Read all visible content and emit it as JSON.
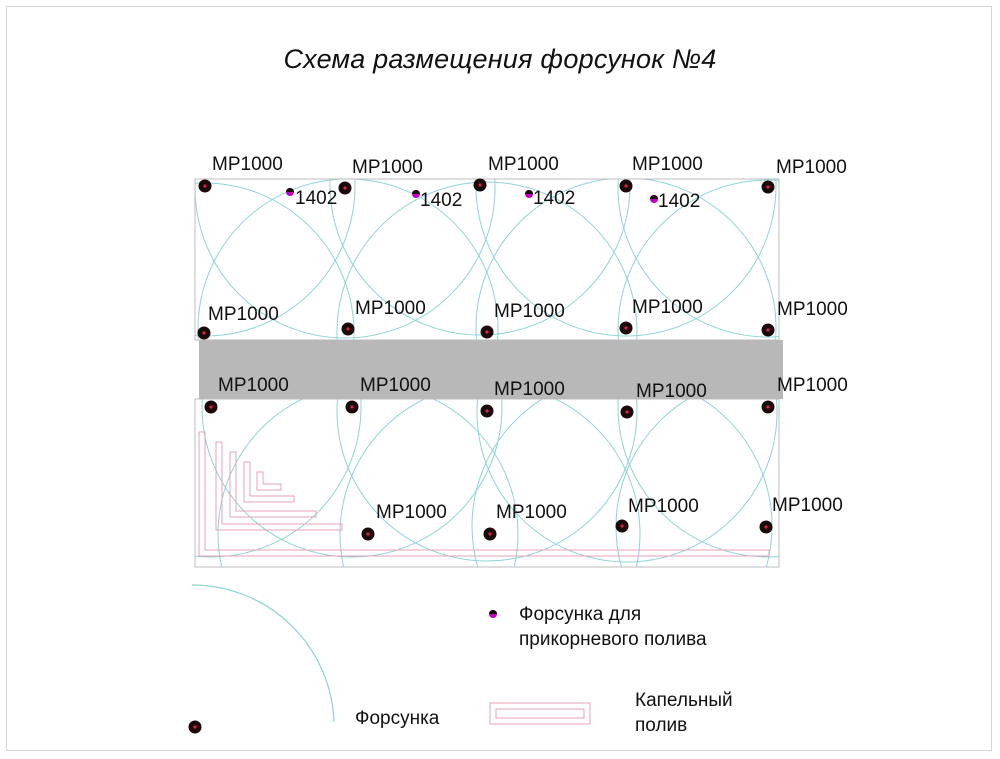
{
  "title": "Схема размещения форсунок №4",
  "nozzle_label": "MP1000",
  "root_label": "1402",
  "legend": {
    "root_nozzle": [
      "Форсунка для",
      "прикорневого полива"
    ],
    "nozzle": "Форсунка",
    "drip": [
      "Капельный",
      "полив"
    ]
  },
  "colors": {
    "spray_arc": "#8fd3d6",
    "nozzle_fill": "#1a0a0a",
    "nozzle_center": "#e0204a",
    "root_nozzle": "#c000c0",
    "path_strip": "#b8b8b8",
    "drip_line": "#e5a3b8",
    "outline": "#bdbdbd"
  }
}
